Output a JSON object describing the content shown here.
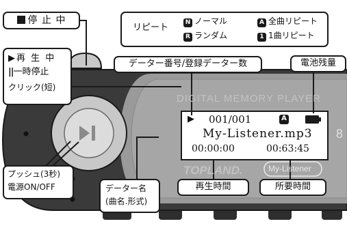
{
  "colors": {
    "device_dark": "#3a3a3a",
    "device_mid": "#9a9a9a",
    "device_light": "#d4d4d4",
    "lcd": "#ffffff",
    "ink": "#1a1a1a"
  },
  "labels": {
    "stop": "停 止 中",
    "play": "再 生 中",
    "pause": "一時停止",
    "click": "クリック(短)",
    "push_line1": "プッシュ(3秒)",
    "push_line2": "電源ON/OFF",
    "track_number": "データー番号/登録データー数",
    "battery": "電池残量",
    "data_name_line1": "データー名",
    "data_name_line2": "(曲名.形式)",
    "elapsed": "再生時間",
    "required": "所要時間"
  },
  "repeat_legend": {
    "title": "リピート",
    "items": [
      {
        "badge": "N",
        "label": "ノーマル"
      },
      {
        "badge": "A",
        "label": "全曲リピート"
      },
      {
        "badge": "R",
        "label": "ランダム"
      },
      {
        "badge": "1",
        "label": "1曲リピート"
      }
    ]
  },
  "device": {
    "title": "DIGITAL MEMORY PLAYER",
    "brand": "TOPLAND.",
    "model": "My-Listener",
    "edge_char": "8",
    "play_icon": "play-pause-icon"
  },
  "lcd": {
    "play_symbol": "▶",
    "track": "001/001",
    "repeat_badge": "A",
    "filename": "My-Listener.mp3",
    "elapsed": "00:00:00",
    "total": "00:63:45"
  }
}
